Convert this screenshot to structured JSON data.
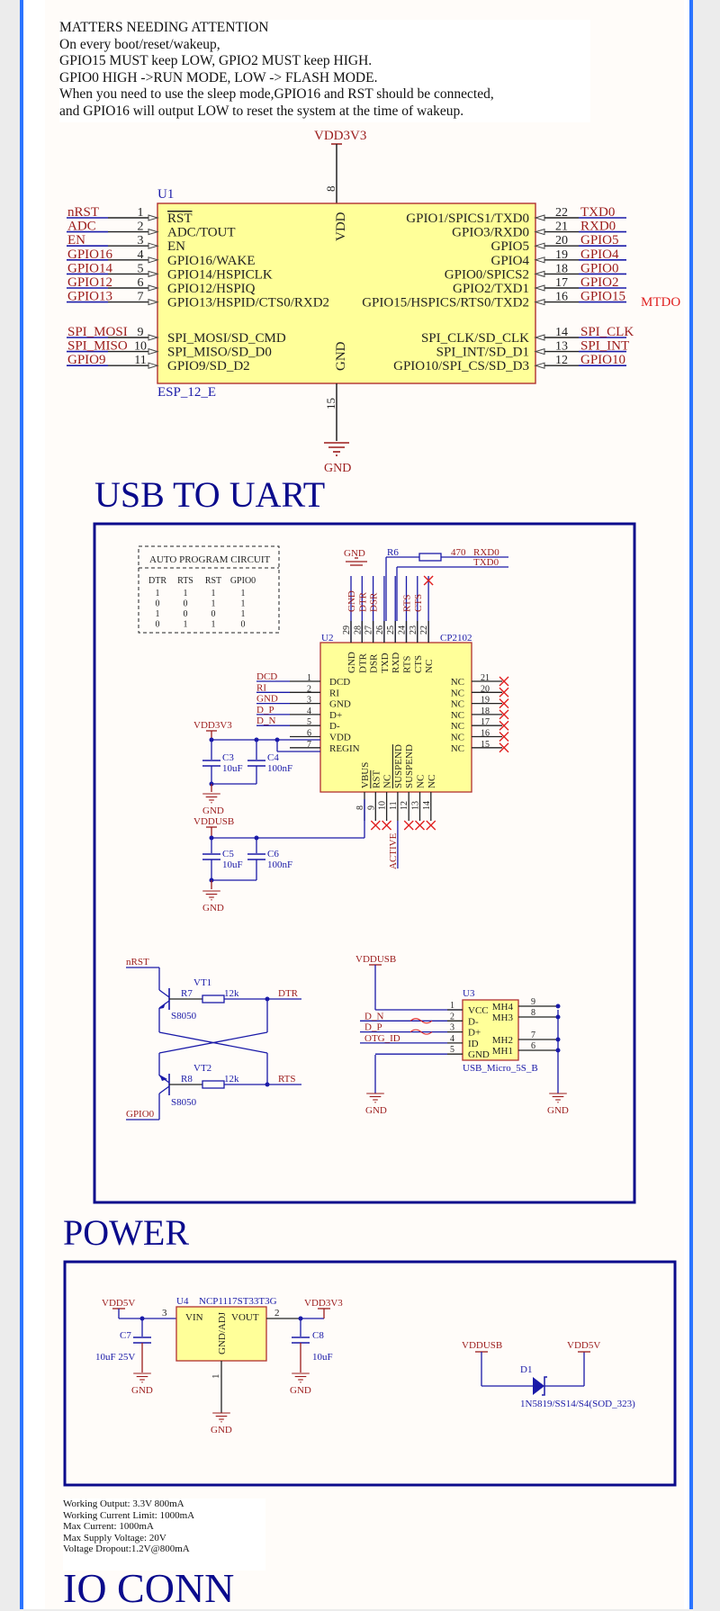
{
  "colors": {
    "frame_blue": "#2b74ff",
    "net_red": "#9b1b1b",
    "wire_blue": "#1a1aa8",
    "chip_fill": "#ffff99",
    "chip_border": "#b03030",
    "section_title": "#0b0b8c",
    "nc_cross": "#e02020",
    "mtdo_red": "#e02020"
  },
  "attention_note": {
    "lines": [
      "MATTERS NEEDING ATTENTION",
      "On every boot/reset/wakeup,",
      "GPIO15 MUST keep LOW, GPIO2 MUST keep HIGH.",
      "GPIO0 HIGH ->RUN MODE, LOW -> FLASH MODE.",
      "When you need to use the sleep mode,GPIO16 and RST should be connected,",
      "and GPIO16 will output LOW to reset the system at the time of wakeup."
    ]
  },
  "esp": {
    "designator": "U1",
    "part": "ESP_12_E",
    "vdd_net": "VDD3V3",
    "vdd_pin_label": "VDD",
    "vdd_pin_num": "8",
    "gnd_pin_label": "GND",
    "gnd_pin_num": "15",
    "gnd_net": "GND",
    "mtdo_note": "MTDO",
    "left_pins": [
      {
        "net": "nRST",
        "num": "1",
        "label": "RST",
        "overline": true
      },
      {
        "net": "ADC",
        "num": "2",
        "label": "ADC/TOUT"
      },
      {
        "net": "EN",
        "num": "3",
        "label": "EN"
      },
      {
        "net": "GPIO16",
        "num": "4",
        "label": "GPIO16/WAKE"
      },
      {
        "net": "GPIO14",
        "num": "5",
        "label": "GPIO14/HSPICLK"
      },
      {
        "net": "GPIO12",
        "num": "6",
        "label": "GPIO12/HSPIQ"
      },
      {
        "net": "GPIO13",
        "num": "7",
        "label": "GPIO13/HSPID/CTS0/RXD2"
      }
    ],
    "left_pins_b": [
      {
        "net": "SPI_MOSI",
        "num": "9",
        "label": "SPI_MOSI/SD_CMD"
      },
      {
        "net": "SPI_MISO",
        "num": "10",
        "label": "SPI_MISO/SD_D0"
      },
      {
        "net": "GPIO9",
        "num": "11",
        "label": "GPIO9/SD_D2"
      }
    ],
    "right_pins": [
      {
        "net": "TXD0",
        "num": "22",
        "label": "GPIO1/SPICS1/TXD0"
      },
      {
        "net": "RXD0",
        "num": "21",
        "label": "GPIO3/RXD0"
      },
      {
        "net": "GPIO5",
        "num": "20",
        "label": "GPIO5"
      },
      {
        "net": "GPIO4",
        "num": "19",
        "label": "GPIO4"
      },
      {
        "net": "GPIO0",
        "num": "18",
        "label": "GPIO0/SPICS2"
      },
      {
        "net": "GPIO2",
        "num": "17",
        "label": "GPIO2/TXD1"
      },
      {
        "net": "GPIO15",
        "num": "16",
        "label": "GPIO15/HSPICS/RTS0/TXD2"
      }
    ],
    "right_pins_b": [
      {
        "net": "SPI_CLK",
        "num": "14",
        "label": "SPI_CLK/SD_CLK"
      },
      {
        "net": "SPI_INT",
        "num": "13",
        "label": "SPI_INT/SD_D1"
      },
      {
        "net": "GPIO10",
        "num": "12",
        "label": "GPIO10/SPI_CS/SD_D3"
      }
    ]
  },
  "usb_uart": {
    "title": "USB TO UART",
    "auto_program": {
      "title": "AUTO PROGRAM CIRCUIT",
      "headers": [
        "DTR",
        "RTS",
        "RST",
        "GPIO0"
      ],
      "rows": [
        [
          "1",
          "1",
          "1",
          "1"
        ],
        [
          "0",
          "0",
          "1",
          "1"
        ],
        [
          "1",
          "0",
          "0",
          "1"
        ],
        [
          "0",
          "1",
          "1",
          "0"
        ]
      ]
    },
    "cp2102": {
      "designator": "U2",
      "part": "CP2102",
      "top_pins": [
        {
          "num": "29",
          "label": "GND",
          "net": "GND"
        },
        {
          "num": "28",
          "label": "DTR",
          "net": "DTR"
        },
        {
          "num": "27",
          "label": "DSR",
          "net": "DSR"
        },
        {
          "num": "26",
          "label": "TXD",
          "net": ""
        },
        {
          "num": "25",
          "label": "RXD",
          "net": ""
        },
        {
          "num": "24",
          "label": "RTS",
          "net": "RTS"
        },
        {
          "num": "23",
          "label": "CTS",
          "net": "CTS"
        },
        {
          "num": "22",
          "label": "NC",
          "net": ""
        }
      ],
      "left_pins": [
        {
          "num": "1",
          "label": "DCD",
          "net": "DCD"
        },
        {
          "num": "2",
          "label": "RI",
          "net": "RI"
        },
        {
          "num": "3",
          "label": "GND",
          "net": "GND"
        },
        {
          "num": "4",
          "label": "D+",
          "net": "D_P"
        },
        {
          "num": "5",
          "label": "D-",
          "net": "D_N"
        },
        {
          "num": "6",
          "label": "VDD",
          "net": ""
        },
        {
          "num": "7",
          "label": "REGIN",
          "net": ""
        }
      ],
      "right_pins": [
        {
          "num": "21",
          "label": "NC"
        },
        {
          "num": "20",
          "label": "NC"
        },
        {
          "num": "19",
          "label": "NC"
        },
        {
          "num": "18",
          "label": "NC"
        },
        {
          "num": "17",
          "label": "NC"
        },
        {
          "num": "16",
          "label": "NC"
        },
        {
          "num": "15",
          "label": "NC"
        }
      ],
      "bottom_pins": [
        {
          "num": "8",
          "label": "VBUS"
        },
        {
          "num": "9",
          "label": "RST",
          "overline": true
        },
        {
          "num": "10",
          "label": "NC"
        },
        {
          "num": "11",
          "label": "SUSPEND",
          "overline": true
        },
        {
          "num": "12",
          "label": "SUSPEND"
        },
        {
          "num": "13",
          "label": "NC"
        },
        {
          "num": "14",
          "label": "NC"
        }
      ],
      "active_net": "ACTIVE"
    },
    "r6": {
      "designator": "R6",
      "value": "470",
      "net_rx": "RXD0",
      "net_tx": "TXD0"
    },
    "gnd_top": "GND",
    "vdd3v3": "VDD3V3",
    "vddusb": "VDDUSB",
    "gnd": "GND",
    "caps": [
      {
        "designator": "C3",
        "value": "10uF"
      },
      {
        "designator": "C4",
        "value": "100nF"
      },
      {
        "designator": "C5",
        "value": "10uF"
      },
      {
        "designator": "C6",
        "value": "100nF"
      }
    ],
    "transistors": {
      "nrst": "nRST",
      "gpio0": "GPIO0",
      "vt1": {
        "designator": "VT1",
        "part": "S8050",
        "r": "R7",
        "r_value": "12k",
        "net": "DTR"
      },
      "vt2": {
        "designator": "VT2",
        "part": "S8050",
        "r": "R8",
        "r_value": "12k",
        "net": "RTS"
      }
    },
    "usb_conn": {
      "designator": "U3",
      "part": "USB_Micro_5S_B",
      "vddusb": "VDDUSB",
      "gnd": "GND",
      "left_pins": [
        {
          "num": "1",
          "label": "VCC",
          "net": ""
        },
        {
          "num": "2",
          "label": "D-",
          "net": "D_N"
        },
        {
          "num": "3",
          "label": "D+",
          "net": "D_P"
        },
        {
          "num": "4",
          "label": "ID",
          "net": "OTG_ID"
        },
        {
          "num": "5",
          "label": "GND",
          "net": ""
        }
      ],
      "right_pins": [
        {
          "num": "9",
          "label": "MH4"
        },
        {
          "num": "8",
          "label": "MH3"
        },
        {
          "num": "7",
          "label": "MH2"
        },
        {
          "num": "6",
          "label": "MH1"
        }
      ]
    }
  },
  "power": {
    "title": "POWER",
    "regulator": {
      "designator": "U4",
      "part": "NCP1117ST33T3G",
      "vin": "VIN",
      "vout": "VOUT",
      "gnd_adj": "GND/ADJ",
      "pin_vin": "3",
      "pin_vout": "2",
      "pin_gnd": "1"
    },
    "vdd5v": "VDD5V",
    "vdd3v3": "VDD3V3",
    "gnd": "GND",
    "c7": {
      "designator": "C7",
      "value": "10uF 25V"
    },
    "c8": {
      "designator": "C8",
      "value": "10uF"
    },
    "diode": {
      "designator": "D1",
      "part": "1N5819/SS14/S4(SOD_323)",
      "in_net": "VDDUSB",
      "out_net": "VDD5V"
    },
    "specs": [
      "Working Output: 3.3V 800mA",
      "Working Current Limit: 1000mA",
      "Max Current: 1000mA",
      "Max Supply Voltage: 20V",
      "Voltage Dropout:1.2V@800mA"
    ]
  },
  "io_conn": {
    "title": "IO CONN"
  }
}
